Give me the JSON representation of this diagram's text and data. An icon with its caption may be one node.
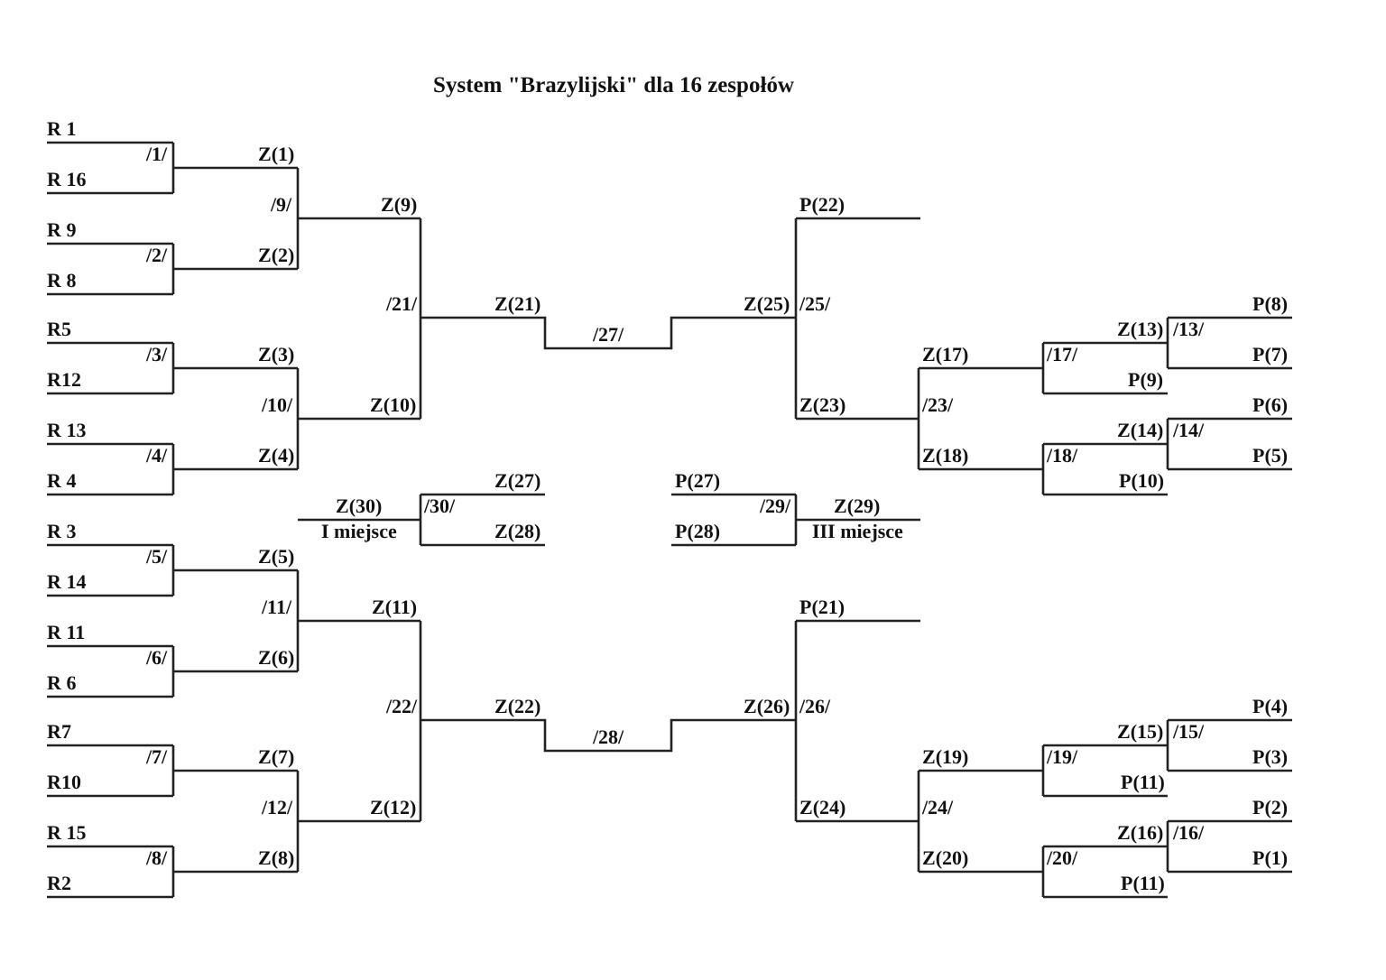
{
  "diagram": {
    "title": "System \"Brazylijski\" dla 16 zespołów",
    "labels": [
      "R 1",
      "/1/",
      "Z(1)",
      "R 16",
      "/9/",
      "Z(9)",
      "P(22)",
      "R 9",
      "/2/",
      "Z(2)",
      "R 8",
      "/21/",
      "Z(21)",
      "Z(25)",
      "/25/",
      "P(8)",
      "R5",
      "/27/",
      "Z(13)",
      "/13/",
      "/3/",
      "Z(3)",
      "Z(17)",
      "/17/",
      "P(7)",
      "R12",
      "P(9)",
      "/10/",
      "Z(10)",
      "Z(23)",
      "/23/",
      "P(6)",
      "R 13",
      "Z(14)",
      "/14/",
      "/4/",
      "Z(4)",
      "Z(18)",
      "/18/",
      "P(5)",
      "R 4",
      "Z(27)",
      "P(27)",
      "P(10)",
      "Z(30)",
      "/30/",
      "/29/",
      "Z(29)",
      "R 3",
      "I miejsce",
      "Z(28)",
      "P(28)",
      "III miejsce",
      "/5/",
      "Z(5)",
      "R 14",
      "/11/",
      "Z(11)",
      "P(21)",
      "R 11",
      "/6/",
      "Z(6)",
      "R 6",
      "/22/",
      "Z(22)",
      "Z(26)",
      "/26/",
      "P(4)",
      "R7",
      "/28/",
      "Z(15)",
      "/15/",
      "/7/",
      "Z(7)",
      "Z(19)",
      "/19/",
      "P(3)",
      "R10",
      "P(11)",
      "/12/",
      "Z(12)",
      "Z(24)",
      "/24/",
      "P(2)",
      "R 15",
      "Z(16)",
      "/16/",
      "/8/",
      "Z(8)",
      "Z(20)",
      "/20/",
      "P(1)",
      "R2",
      "P(11)"
    ]
  }
}
